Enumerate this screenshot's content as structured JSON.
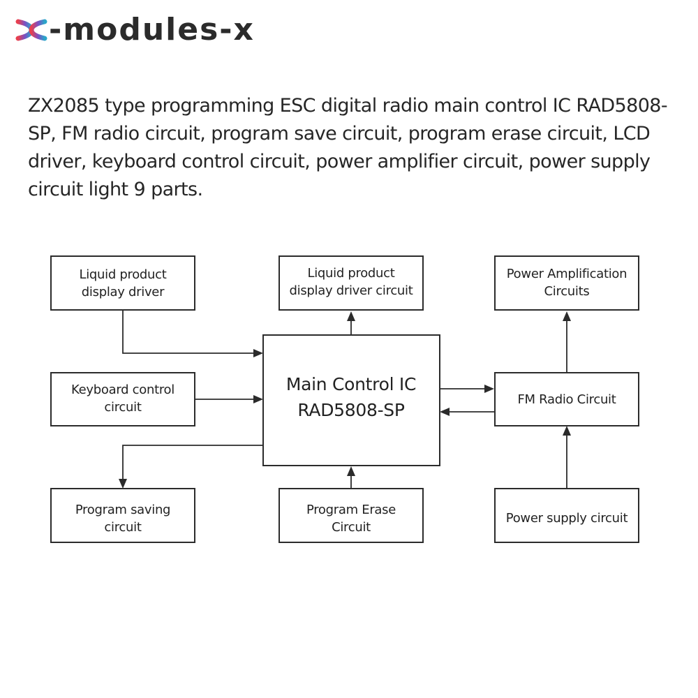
{
  "brand": {
    "name": "-modules-x",
    "mark_colors": [
      "#e8404f",
      "#7c4fc4",
      "#2aa6c9"
    ]
  },
  "description": "ZX2085 type programming ESC digital radio main control IC RAD5808-SP, FM radio circuit, program save circuit, program erase circuit, LCD driver, keyboard control circuit, power amplifier circuit, power supply circuit light 9 parts.",
  "diagram": {
    "blocks": {
      "lcd_driver": {
        "line1": "Liquid product",
        "line2": "display driver"
      },
      "lcd_driver_circuit": {
        "line1": "Liquid product",
        "line2": "display driver circuit"
      },
      "power_amp": {
        "line1": "Power Amplification",
        "line2": "Circuits"
      },
      "keyboard": {
        "line1": "Keyboard control",
        "line2": "circuit"
      },
      "main_ic": {
        "line1": "Main Control IC",
        "line2": "RAD5808-SP"
      },
      "fm_radio": {
        "line1": "FM Radio Circuit"
      },
      "program_saving": {
        "line1": "Program saving",
        "line2": "circuit"
      },
      "program_erase": {
        "line1": "Program Erase",
        "line2": "Circuit"
      },
      "power_supply": {
        "line1": "Power supply circuit"
      }
    }
  }
}
